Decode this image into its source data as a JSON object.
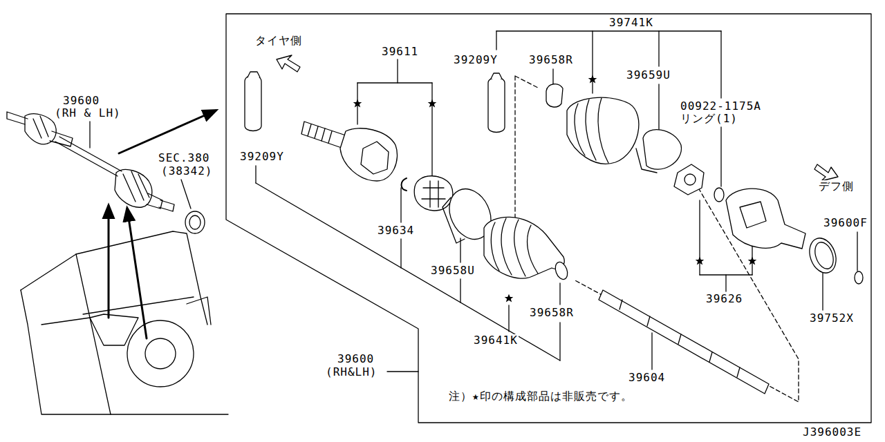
{
  "diagram": {
    "labels": [
      "39600",
      "(RH & LH)",
      "SEC.380",
      "(38342)",
      "タイヤ側",
      "39611",
      "39209Y",
      "39658R",
      "39741K",
      "39659U",
      "00922-1175A",
      "リング(1)",
      "デフ側",
      "39209Y",
      "39634",
      "39658U",
      "39658R",
      "39641K",
      "39626",
      "39600F",
      "39752X",
      "39604",
      "39600",
      "(RH&LH)",
      "注）★印の構成部品は非販売です。",
      "J396003E"
    ]
  }
}
